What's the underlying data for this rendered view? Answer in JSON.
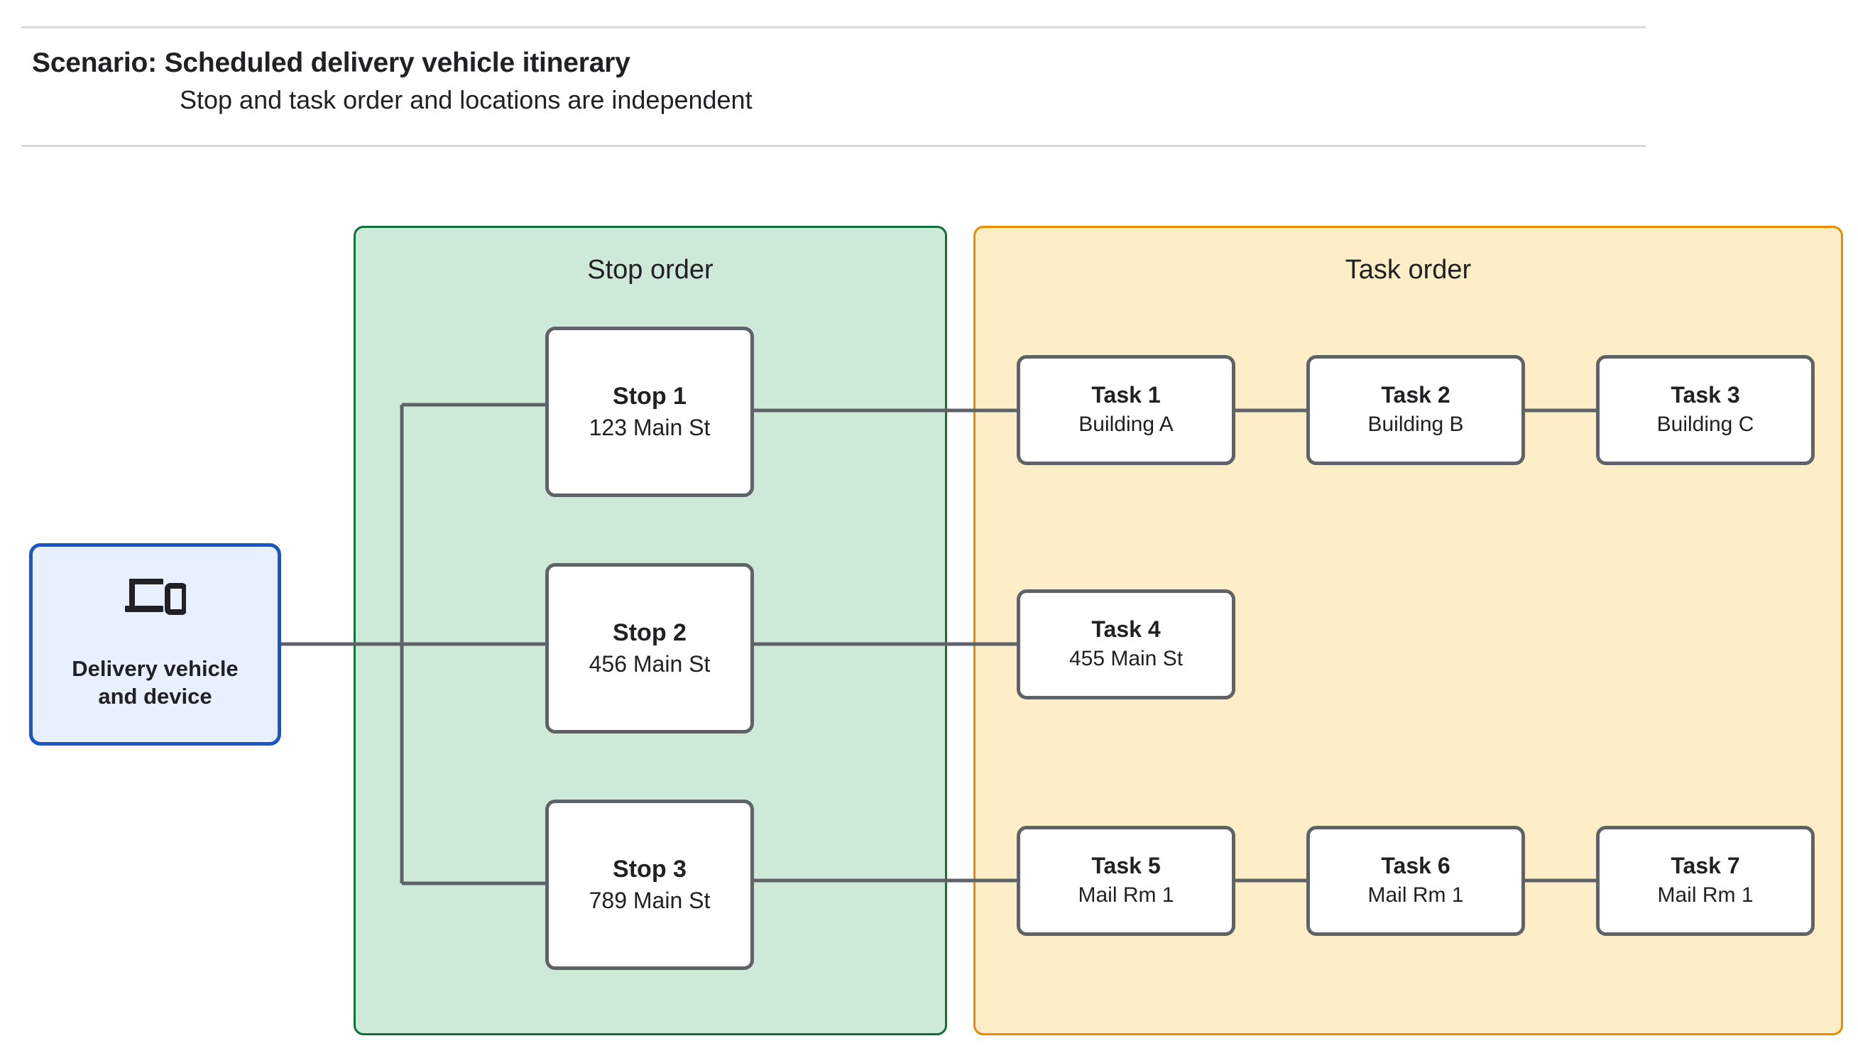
{
  "header": {
    "title": "Scenario: Scheduled delivery vehicle itinerary",
    "subtitle": "Stop and task order and locations are independent"
  },
  "colors": {
    "stop_group_fill": "#cee9d7",
    "stop_group_border": "#11703a",
    "task_group_fill": "#fdeec7",
    "task_group_border": "#ef8a00",
    "vehicle_fill": "#e8f0fe",
    "vehicle_border": "#1a56c4",
    "node_fill": "#ffffff",
    "node_border": "#5f6368",
    "edge": "#5f6368",
    "rule": "#d9d9d9"
  },
  "vehicle": {
    "label": "Delivery vehicle\nand device",
    "icon": "devices-icon"
  },
  "groups": {
    "stop": {
      "title": "Stop order"
    },
    "task": {
      "title": "Task order"
    }
  },
  "stops": [
    {
      "title": "Stop 1",
      "address": "123 Main St"
    },
    {
      "title": "Stop 2",
      "address": "456 Main St"
    },
    {
      "title": "Stop 3",
      "address": "789 Main St"
    }
  ],
  "tasks": [
    {
      "title": "Task 1",
      "location": "Building A"
    },
    {
      "title": "Task 2",
      "location": "Building B"
    },
    {
      "title": "Task 3",
      "location": "Building C"
    },
    {
      "title": "Task 4",
      "location": "455 Main St"
    },
    {
      "title": "Task 5",
      "location": "Mail Rm 1"
    },
    {
      "title": "Task 6",
      "location": "Mail Rm 1"
    },
    {
      "title": "Task 7",
      "location": "Mail Rm 1"
    }
  ]
}
